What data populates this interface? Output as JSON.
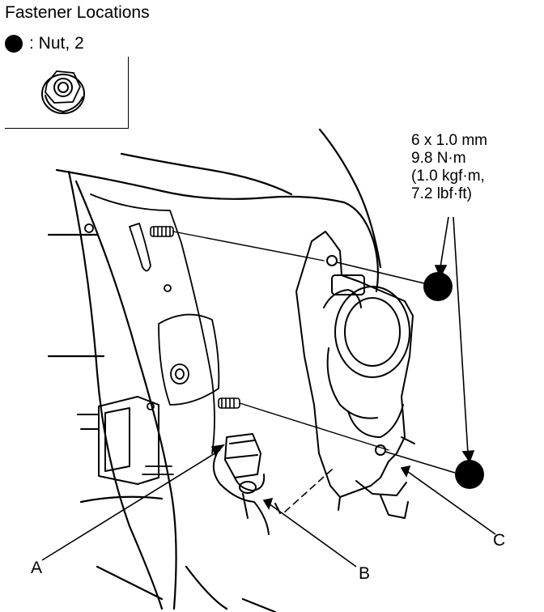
{
  "legend": {
    "title": "Fastener Locations",
    "symbol_label": ": Nut, 2",
    "nut_icon": "flange-nut-icon"
  },
  "spec": {
    "size": "6 x 1.0 mm",
    "torque_nm": "9.8 N·m",
    "torque_kgfm": "(1.0 kgf·m,",
    "torque_lbfft": "7.2 lbf·ft)"
  },
  "callouts": {
    "a": "A",
    "b": "B",
    "c": "C"
  }
}
